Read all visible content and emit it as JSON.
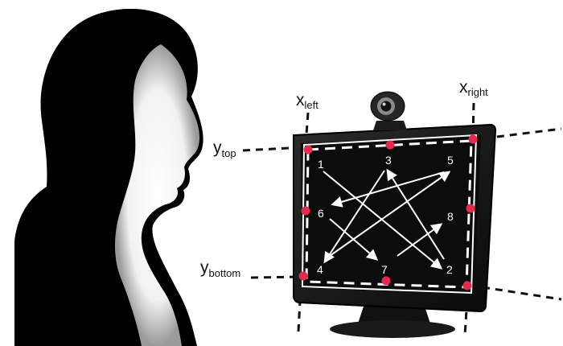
{
  "labels": {
    "x_left": {
      "main": "x",
      "sub": "left"
    },
    "x_right": {
      "main": "x",
      "sub": "right"
    },
    "y_top": {
      "main": "y",
      "sub": "top"
    },
    "y_bottom": {
      "main": "y",
      "sub": "bottom"
    }
  },
  "calibration_points": [
    "1",
    "2",
    "3",
    "4",
    "5",
    "6",
    "7",
    "8"
  ],
  "colors": {
    "silhouette": "#000000",
    "monitor_body": "#151515",
    "screen": "#0c0c0c",
    "calibration_dot": "#e6294d",
    "screen_lines": "#ffffff",
    "guide_lines": "#111111"
  }
}
